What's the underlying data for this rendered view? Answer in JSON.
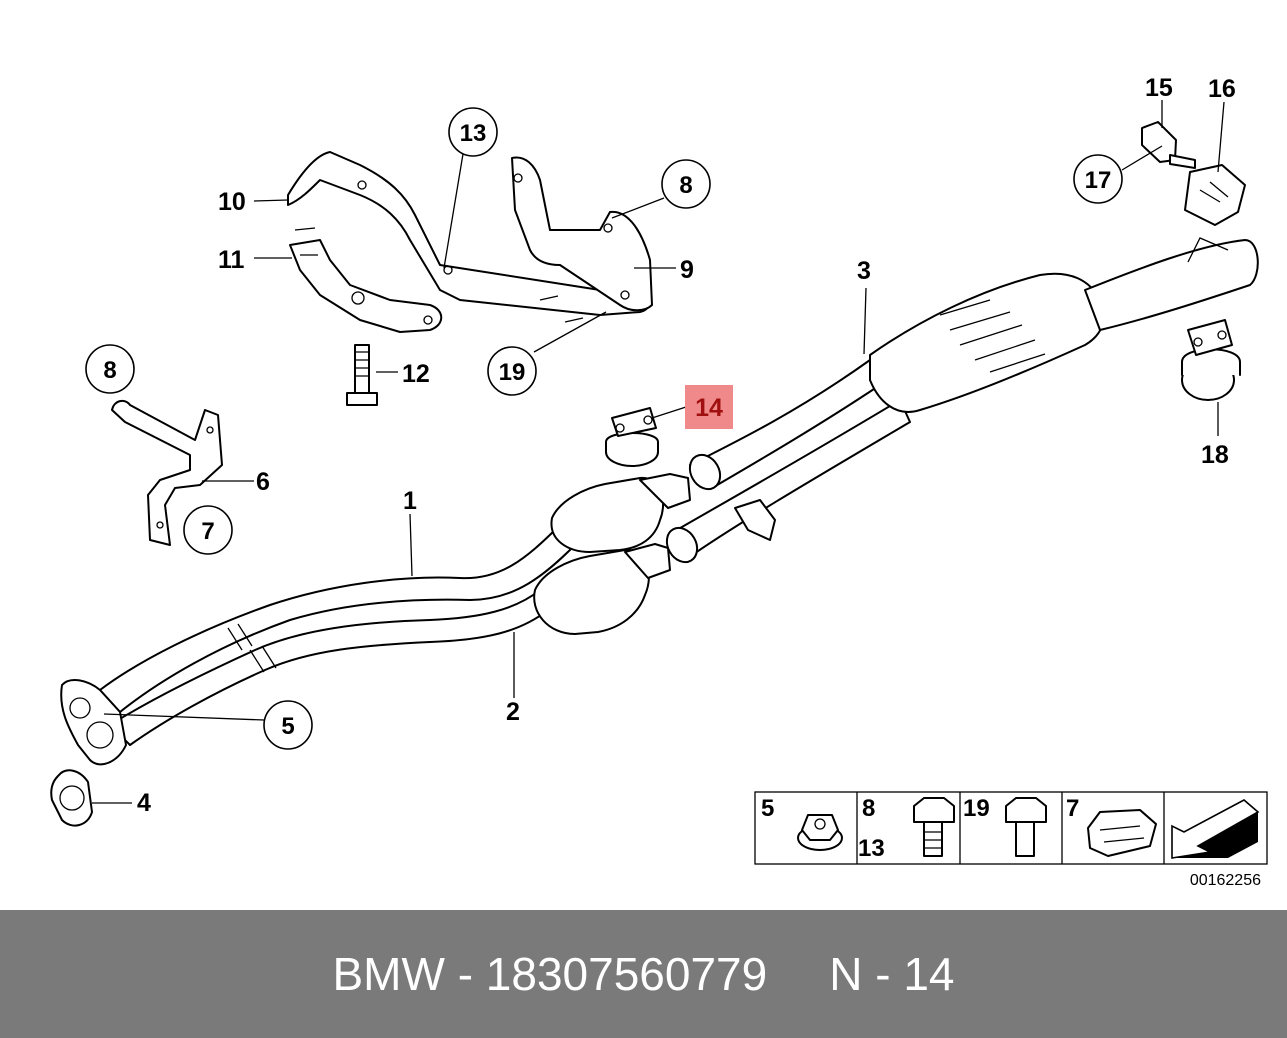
{
  "callouts_circled": [
    "13",
    "8",
    "17",
    "19",
    "8",
    "7",
    "5"
  ],
  "labels_plain": [
    "10",
    "11",
    "12",
    "9",
    "3",
    "15",
    "16",
    "18",
    "6",
    "1",
    "2",
    "4"
  ],
  "highlight": {
    "label": "14",
    "color": "#f08a8a"
  },
  "legend": {
    "cells": [
      {
        "top": "5",
        "bottom": ""
      },
      {
        "top": "8",
        "bottom": "13"
      },
      {
        "top": "19",
        "bottom": ""
      },
      {
        "top": "7",
        "bottom": ""
      }
    ]
  },
  "reference_number": "00162256",
  "footer": {
    "brand_part": "BMW - 18307560779",
    "position": "N - 14",
    "background": "#7a7a7a"
  }
}
